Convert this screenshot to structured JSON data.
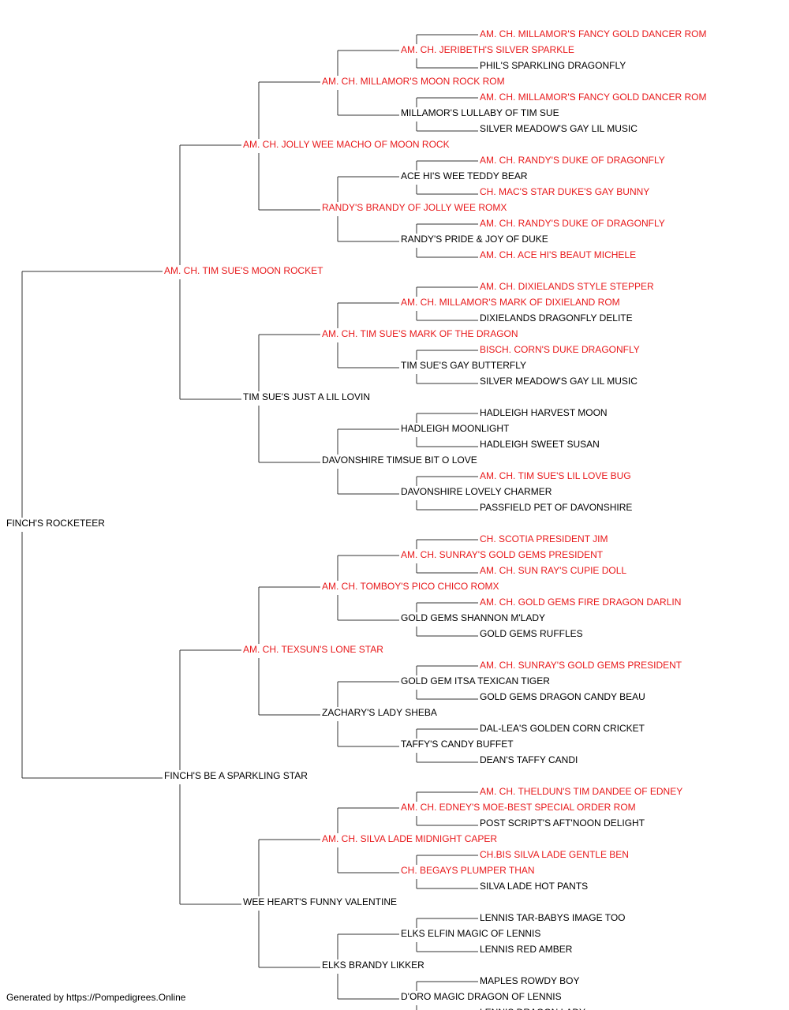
{
  "colors": {
    "champion": "#e8191b",
    "normal": "#000000",
    "line": "#333333"
  },
  "subject": {
    "name": "FINCH'S ROCKETEER",
    "champion": false
  },
  "sire": {
    "name": "AM. CH. TIM SUE'S MOON ROCKET",
    "champion": true
  },
  "dam": {
    "name": "FINCH'S BE A SPARKLING STAR",
    "champion": false
  },
  "gen2": [
    {
      "name": "AM. CH. JOLLY WEE MACHO OF MOON ROCK",
      "champion": true
    },
    {
      "name": "TIM SUE'S JUST A LIL LOVIN",
      "champion": false
    },
    {
      "name": "AM. CH. TEXSUN'S LONE STAR",
      "champion": true
    },
    {
      "name": "WEE HEART'S FUNNY VALENTINE",
      "champion": false
    }
  ],
  "gen3": [
    {
      "name": "AM. CH. MILLAMOR'S MOON ROCK ROM",
      "champion": true
    },
    {
      "name": "RANDY'S BRANDY OF JOLLY WEE ROMX",
      "champion": true
    },
    {
      "name": "AM. CH. TIM SUE'S MARK OF THE DRAGON",
      "champion": true
    },
    {
      "name": "DAVONSHIRE TIMSUE BIT O LOVE",
      "champion": false
    },
    {
      "name": "AM. CH. TOMBOY'S PICO CHICO ROMX",
      "champion": true
    },
    {
      "name": "ZACHARY'S LADY SHEBA",
      "champion": false
    },
    {
      "name": "AM. CH. SILVA LADE MIDNIGHT CAPER",
      "champion": true
    },
    {
      "name": "ELKS BRANDY LIKKER",
      "champion": false
    }
  ],
  "gen4": [
    {
      "name": "AM. CH. JERIBETH'S SILVER SPARKLE",
      "champion": true
    },
    {
      "name": "MILLAMOR'S LULLABY OF TIM SUE",
      "champion": false
    },
    {
      "name": "ACE HI'S WEE TEDDY BEAR",
      "champion": false
    },
    {
      "name": "RANDY'S PRIDE & JOY OF DUKE",
      "champion": false
    },
    {
      "name": "AM. CH. MILLAMOR'S MARK OF DIXIELAND ROM",
      "champion": true
    },
    {
      "name": "TIM SUE'S GAY BUTTERFLY",
      "champion": false
    },
    {
      "name": "HADLEIGH MOONLIGHT",
      "champion": false
    },
    {
      "name": "DAVONSHIRE LOVELY CHARMER",
      "champion": false
    },
    {
      "name": "AM. CH. SUNRAY'S GOLD GEMS PRESIDENT",
      "champion": true
    },
    {
      "name": "GOLD GEMS SHANNON M'LADY",
      "champion": false
    },
    {
      "name": "GOLD GEM ITSA TEXICAN TIGER",
      "champion": false
    },
    {
      "name": "TAFFY'S CANDY BUFFET",
      "champion": false
    },
    {
      "name": "AM. CH. EDNEY'S MOE-BEST SPECIAL ORDER ROM",
      "champion": true
    },
    {
      "name": "CH. BEGAYS PLUMPER THAN",
      "champion": true
    },
    {
      "name": "ELKS ELFIN MAGIC OF LENNIS",
      "champion": false
    },
    {
      "name": "D'ORO MAGIC DRAGON OF LENNIS",
      "champion": false
    }
  ],
  "gen5": [
    {
      "name": "AM. CH. MILLAMOR'S FANCY GOLD DANCER ROM",
      "champion": true
    },
    {
      "name": "PHIL'S SPARKLING DRAGONFLY",
      "champion": false
    },
    {
      "name": "AM. CH. MILLAMOR'S FANCY GOLD DANCER ROM",
      "champion": true
    },
    {
      "name": "SILVER MEADOW'S GAY LIL MUSIC",
      "champion": false
    },
    {
      "name": "AM. CH. RANDY'S DUKE OF DRAGONFLY",
      "champion": true
    },
    {
      "name": "CH. MAC'S STAR DUKE'S GAY BUNNY",
      "champion": true
    },
    {
      "name": "AM. CH. RANDY'S DUKE OF DRAGONFLY",
      "champion": true
    },
    {
      "name": "AM. CH. ACE HI'S BEAUT MICHELE",
      "champion": true
    },
    {
      "name": "AM. CH. DIXIELANDS STYLE STEPPER",
      "champion": true
    },
    {
      "name": "DIXIELANDS DRAGONFLY DELITE",
      "champion": false
    },
    {
      "name": "BISCH. CORN'S DUKE DRAGONFLY",
      "champion": true
    },
    {
      "name": "SILVER MEADOW'S GAY LIL MUSIC",
      "champion": false
    },
    {
      "name": "HADLEIGH HARVEST MOON",
      "champion": false
    },
    {
      "name": "HADLEIGH SWEET SUSAN",
      "champion": false
    },
    {
      "name": "AM. CH. TIM SUE'S LIL LOVE BUG",
      "champion": true
    },
    {
      "name": "PASSFIELD PET OF DAVONSHIRE",
      "champion": false
    },
    {
      "name": "CH. SCOTIA PRESIDENT JIM",
      "champion": true
    },
    {
      "name": "AM. CH. SUN RAY'S CUPIE DOLL",
      "champion": true
    },
    {
      "name": "AM. CH. GOLD GEMS FIRE DRAGON DARLIN",
      "champion": true
    },
    {
      "name": "GOLD GEMS RUFFLES",
      "champion": false
    },
    {
      "name": "AM. CH. SUNRAY'S GOLD GEMS PRESIDENT",
      "champion": true
    },
    {
      "name": "GOLD GEMS DRAGON CANDY BEAU",
      "champion": false
    },
    {
      "name": "DAL-LEA'S GOLDEN CORN CRICKET",
      "champion": false
    },
    {
      "name": "DEAN'S TAFFY CANDI",
      "champion": false
    },
    {
      "name": "AM. CH. THELDUN'S TIM DANDEE OF EDNEY",
      "champion": true
    },
    {
      "name": "POST SCRIPT'S AFT'NOON DELIGHT",
      "champion": false
    },
    {
      "name": "CH.BIS SILVA LADE GENTLE BEN",
      "champion": true
    },
    {
      "name": "SILVA LADE HOT PANTS",
      "champion": false
    },
    {
      "name": "LENNIS TAR-BABYS IMAGE TOO",
      "champion": false
    },
    {
      "name": "LENNIS RED AMBER",
      "champion": false
    },
    {
      "name": "MAPLES ROWDY BOY",
      "champion": false
    },
    {
      "name": "LENNIS DRAGON LADY",
      "champion": false
    }
  ],
  "footer": "Generated by https://Pompedigrees.Online"
}
